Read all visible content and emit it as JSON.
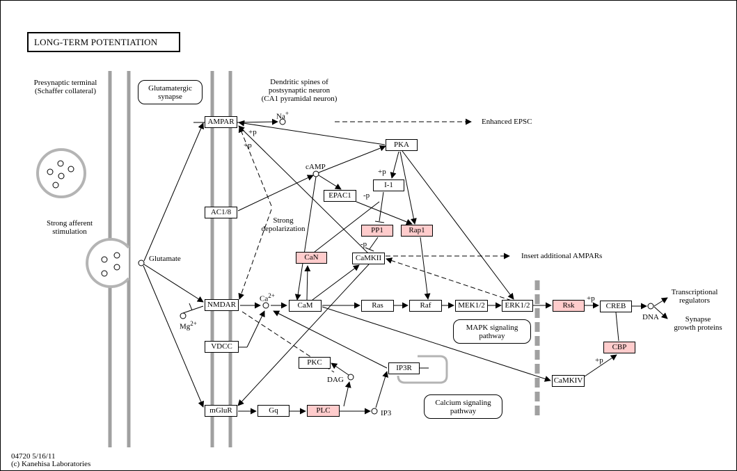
{
  "title": "LONG-TERM POTENTIATION",
  "genes": {
    "ampar": "AMPAR",
    "ac18": "AC1/8",
    "nmdar": "NMDAR",
    "vdcc": "VDCC",
    "mglur": "mGluR",
    "pka": "PKA",
    "i1": "I-1",
    "epac1": "EPAC1",
    "pp1": "PP1",
    "rap1": "Rap1",
    "can": "CaN",
    "camkii": "CaMKII",
    "cam": "CaM",
    "ras": "Ras",
    "raf": "Raf",
    "mek": "MEK1/2",
    "erk": "ERK1/2",
    "rsk": "Rsk",
    "creb": "CREB",
    "cbp": "CBP",
    "camkiv": "CaMKIV",
    "pkc": "PKC",
    "ip3r": "IP3R",
    "gq": "Gq",
    "plc": "PLC"
  },
  "pathways": {
    "glutamatergic": [
      "Glutamatergic",
      "synapse"
    ],
    "mapk": [
      "MAPK signaling",
      "pathway"
    ],
    "calcium": [
      "Calcium signaling",
      "pathway"
    ]
  },
  "labels": {
    "presynaptic": [
      "Presynaptic terminal",
      "(Schaffer collateral)"
    ],
    "dendritic": [
      "Dendritic spines of",
      "postsynaptic neuron",
      "(CA1 pyramidal neuron)"
    ],
    "strong_afferent": [
      "Strong afferent",
      "stimulation"
    ],
    "strong_depol": [
      "Strong",
      "depolarization"
    ],
    "transcriptional": [
      "Transcriptional",
      "regulators"
    ],
    "synapse_growth": [
      "Synapse",
      "growth proteins"
    ],
    "glutamate": "Glutamate",
    "camp": "cAMP",
    "dag": "DAG",
    "ip3": "IP3",
    "dna": "DNA",
    "na": "Na",
    "na_sup": "+",
    "ca": "Ca",
    "ca_sup": "2+",
    "mg": "Mg",
    "mg_sup": "2+",
    "enhanced_epsc": "Enhanced EPSC",
    "insert_ampars": "Insert additional AMPARs",
    "plus_p": "+p",
    "minus_p": "-p"
  },
  "footer": {
    "code": "04720 5/16/11",
    "copyright": "(c) Kanehisa Laboratories"
  },
  "colors": {
    "highlight": "#ffcccc",
    "membrane": "#a0a0a0",
    "line": "#000000"
  }
}
